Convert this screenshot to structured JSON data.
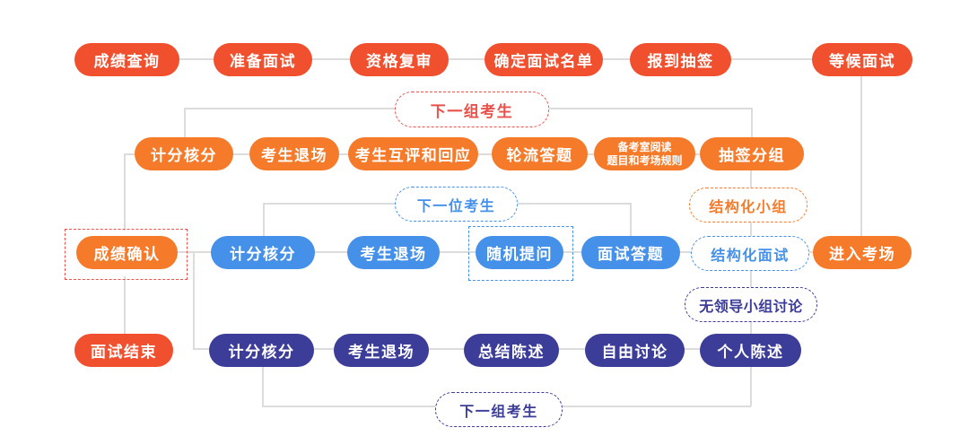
{
  "palette": {
    "red": "#F0502E",
    "orange": "#F57B2A",
    "blue": "#4590E8",
    "navy": "#3C3C99",
    "loop_red": "#E8524B",
    "line_gray": "#DCDCDC",
    "bg": "#FFFFFF"
  },
  "top_row": {
    "score_inquiry": "成绩查询",
    "prepare_interview": "准备面试",
    "qualification_review": "资格复审",
    "confirm_interview_list": "确定面试名单",
    "checkin_draw_lots": "报到抽签",
    "wait_interview": "等候面试"
  },
  "group_row": {
    "score_tally": "计分核分",
    "candidates_exit": "考生退场",
    "peer_review_response": "考生互评和回应",
    "answer_in_turn": "轮流答题",
    "prep_room_line1": "备考室阅读",
    "prep_room_line2": "题目和考场规则",
    "draw_grouping": "抽签分组"
  },
  "individual_row": {
    "score_confirm": "成绩确认",
    "score_tally": "计分核分",
    "candidate_exit": "考生退场",
    "random_question": "随机提问",
    "interview_answer": "面试答题",
    "enter_room": "进入考场"
  },
  "leaderless_row": {
    "interview_end": "面试结束",
    "score_tally": "计分核分",
    "candidates_exit": "考生退场",
    "summary_statement": "总结陈述",
    "free_discussion": "自由讨论",
    "personal_statement": "个人陈述"
  },
  "loops": {
    "next_group_top": "下一组考生",
    "next_candidate": "下一位考生",
    "next_group_bottom": "下一组考生"
  },
  "category_labels": {
    "structured_group": "结构化小组",
    "structured_interview": "结构化面试",
    "leaderless_group_discussion": "无领导小组讨论"
  }
}
